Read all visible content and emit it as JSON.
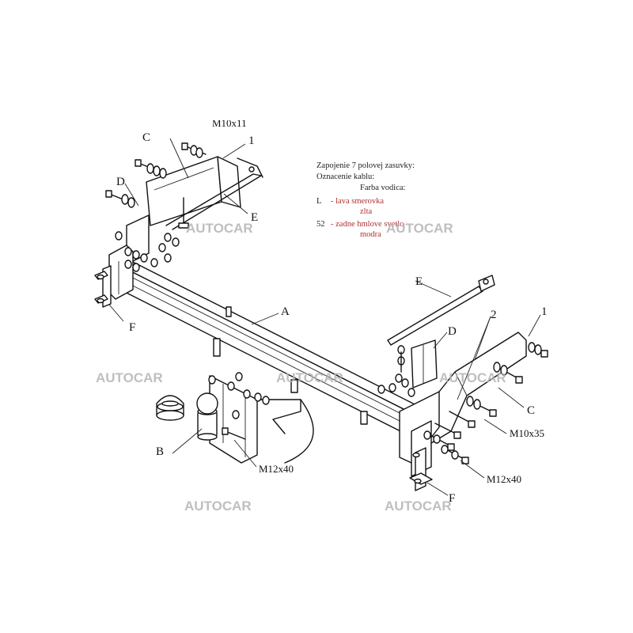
{
  "labels": {
    "A": "A",
    "B": "B",
    "C_left": "C",
    "C_right": "C",
    "D_left": "D",
    "D_right": "D",
    "E_left": "E",
    "E_right": "E",
    "F_left": "F",
    "F_right": "F",
    "num_1_left": "1",
    "num_1_right": "1",
    "num_2": "2",
    "m12x40_left": "M12x40",
    "m12x40_right": "M12x40",
    "m10x35": "M10x35",
    "cut_top": "M10x11"
  },
  "notes": {
    "line1": "Zapojenie 7 polovej zasuvky:",
    "line2": "Oznacenie kablu:",
    "line3": "Farba vodica:",
    "line4_code": "L",
    "line4_text": "- lava smerovka",
    "line4_color": "zlta",
    "line5_code": "52",
    "line5_text": "- zadne hmlove svetlo",
    "line5_color": "modra"
  },
  "watermarks": [
    "AUTOCAR",
    "AUTOCAR",
    "AUTOCAR",
    "AUTOCAR",
    "AUTOCAR",
    "AUTOCAR",
    "AUTOCAR"
  ]
}
